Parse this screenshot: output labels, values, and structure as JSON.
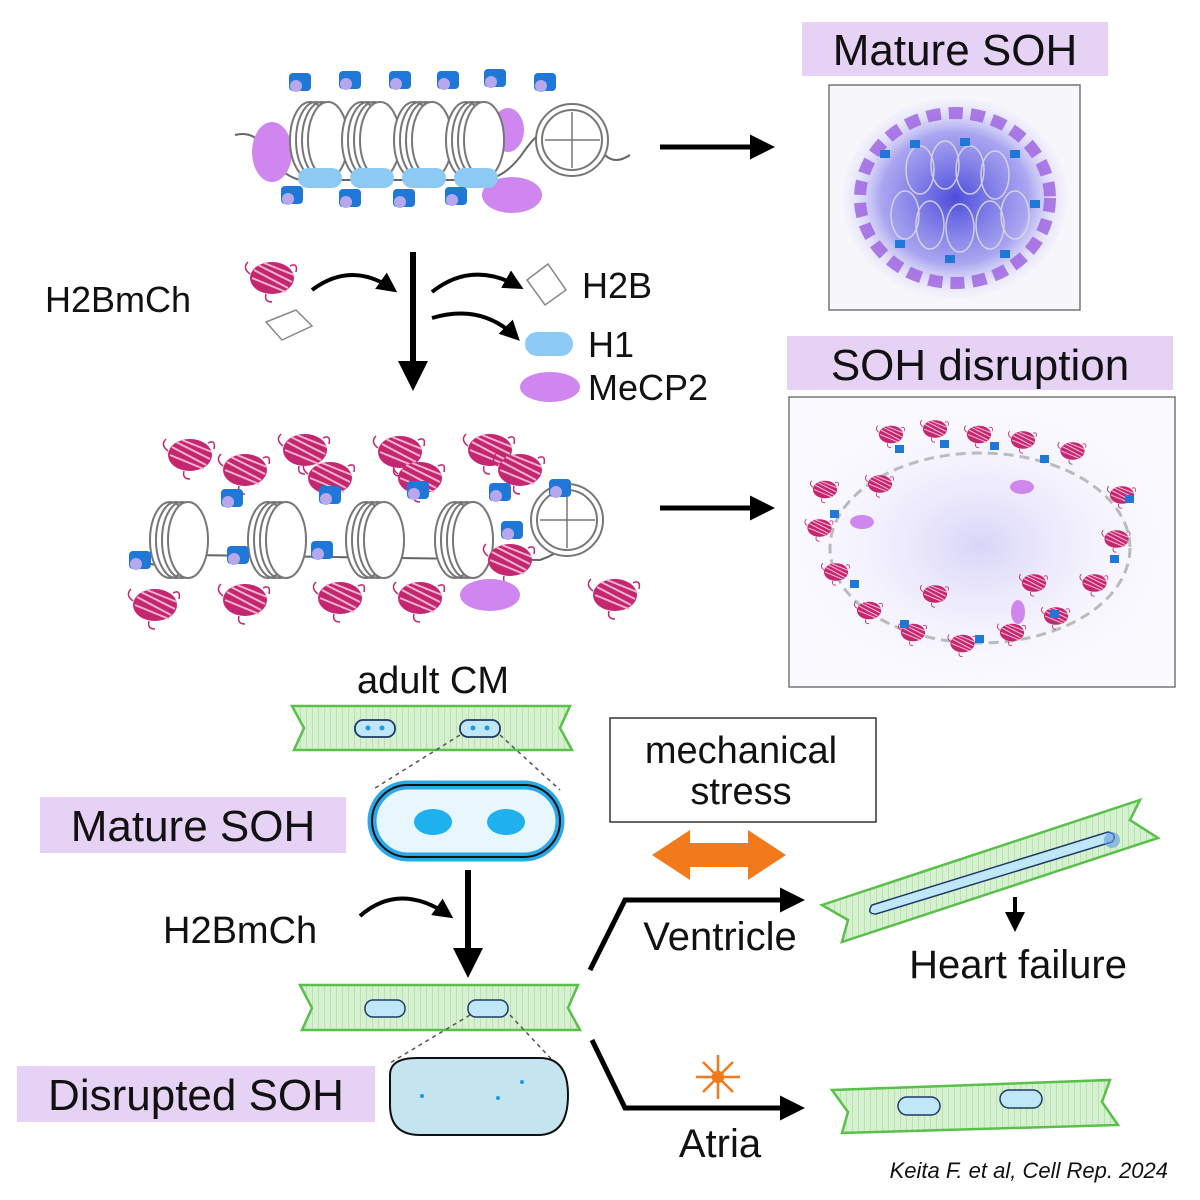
{
  "colors": {
    "label_bg": "#e6d2f5",
    "histone_h1": "#8ccaf4",
    "mecp2": "#cf86ee",
    "mcherry": "#c4266f",
    "marker_blue": "#1f78d8",
    "cell_green": "#cdeec7",
    "nucleus_blue": "#46b3ea",
    "stress_orange": "#f37a1a"
  },
  "icons": [
    "nucleosome-array",
    "mcherry-barrel",
    "h2b-box",
    "h1-capsule",
    "mecp2-ellipse",
    "cardiomyocyte",
    "double-arrow",
    "burst-icon"
  ],
  "top": {
    "h2bmch": "H2BmCh",
    "legend": {
      "h2b": "H2B",
      "h1": "H1",
      "mecp2": "MeCP2"
    },
    "mature_title": "Mature SOH",
    "disruption_title": "SOH disruption"
  },
  "bottom": {
    "adult_cm": "adult CM",
    "mature_soh": "Mature SOH",
    "h2bmch": "H2BmCh",
    "disrupted_soh": "Disrupted SOH",
    "stress": [
      "mechanical",
      "stress"
    ],
    "ventricle": "Ventricle",
    "heart_failure": "Heart failure",
    "atria": "Atria"
  },
  "citation": "Keita F. et al, Cell Rep. 2024"
}
